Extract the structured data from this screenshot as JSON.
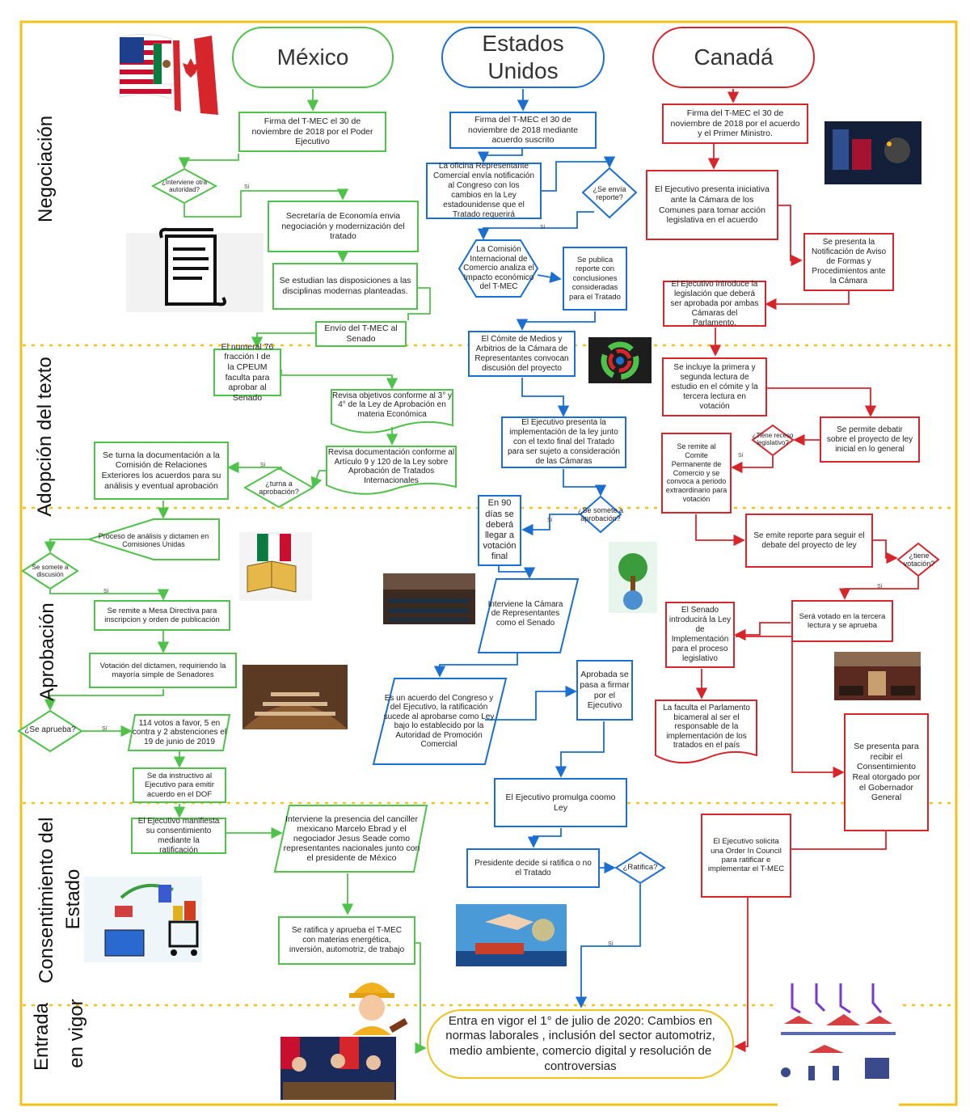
{
  "columns": {
    "mexico": "México",
    "usa": "Estados Unidos",
    "canada": "Canadá"
  },
  "phases": {
    "negociacion": "Negociación",
    "adopcion": "Adopción del texto",
    "aprobacion": "Aprobación",
    "consentimiento_1": "Consentimiento del",
    "consentimiento_2": "Estado",
    "entrada_1": "Entrada",
    "entrada_2": "en vigor"
  },
  "mexico": {
    "firma": "Firma del T-MEC el 30 de noviembre de 2018 por el Poder Ejecutivo",
    "interviene": "¿Interviene otra autoridad?",
    "secretaria": "Secretaría de Economía envia negociación y modernización del tratado",
    "estudian": "Se estudian las disposiciones a las disciplinas modernas planteadas.",
    "envio": "Envío del T-MEC al Senado",
    "numeral": "El numeral 76 fracción I de la CPEUM faculta para aprobar al Senado",
    "revisa_obj": "Revisa objetivos conforme al 3° y 4° de la Ley de Aprobación en materia Económica",
    "revisa_doc": "Revisa documentación conforme al Artículo 9 y 120 de la Ley sobre Aprobación de Tratados Internacionales",
    "turna_q": "¿turna a aprobación?",
    "turna": "Se turna la documentación a la Comisión de Relaciones Exteriores los acuerdos para su análisis y eventual aprobación",
    "proceso": "Proceso de análisis y dictamen en Comisiones Unidas",
    "somete_q": "Se somete a discusión",
    "mesa": "Se remite a Mesa Directiva para inscripcion y orden de publicación",
    "votacion": "Votación del dictamen, requiriendo la mayoría simple de Senadores",
    "aprueba_q": "¿Se aprueba?",
    "votos": "114 votos a favor, 5 en contra y 2 abstenciones el 19 de junio de 2019",
    "instructivo": "Se da instructivo al Ejecutivo para emitir acuerdo en el DOF",
    "manifiesta": "El Ejecutivo manifiesta su consentimiento mediante la ratificación",
    "interviene_canciller": "Interviene la presencia del canciller mexicano Marcelo Ebrad y el negociador Jesus Seade como representantes nacionales junto con el presidente de México",
    "ratifica": "Se ratifica y aprueba el T-MEC con materias energética, inversión, automotriz, de trabajo"
  },
  "usa": {
    "firma": "Firma del T-MEC el 30 de noviembre de 2018 mediante acuerdo suscrito",
    "oficina": "La oficina Representante Comercial envía notificación al Congreso con los cambios en la Ley estadounidense que el Tratado requerirá",
    "envia_q": "¿Se envía reporte?",
    "comision": "La Comisión Internacional de Comercio analiza el Impacto económico del T-MEC",
    "publica": "Se publica reporte con conclusiones consideradas para el Tratado",
    "comite": "El Cómite de Medios y Arbitrios de la Cámara de Representantes convocan discusión del proyecto",
    "ejecutivo_presenta": "El Ejecutivo presenta la implementación de la ley junto con el texto final del Tratado para ser sujeto a consideración de las Cámaras",
    "somete_q": "¿Se somete a aprobación?",
    "noventa": "En 90 días se deberá llegar a votación final",
    "interviene_camara": "Interviene la Cámara de Representantes como el Senado",
    "acuerdo": "Es un acuerdo del Congreso y del Ejecutivo, la ratificación sucede al aprobarse como Ley bajo lo establecido por la Autoridad de Promoción Comercial",
    "aprobada": "Aprobada se pasa a firmar por el Ejecutivo",
    "promulga": "El Ejecutivo promulga coomo Ley",
    "presidente": "Presidente decide si ratifica o no el Tratado",
    "ratifica_q": "¿Ratifica?"
  },
  "canada": {
    "firma": "Firma del T-MEC el 30 de noviembre de 2018 por el acuerdo y el Primer Ministro.",
    "ejecutivo_presenta": "El Ejecutivo presenta iniciativa ante la Cámara de los Comunes para tomar acción legislativa en el acuerdo",
    "notificacion": "Se presenta la Notificación de Aviso de Formas y Procedimientos ante la Cámara",
    "introduce": "El Ejecutivo introduce la legislación que deberá ser aprobada por ambas Cámaras del Parlamento.",
    "lectura": "Se incluye la primera y segunda lectura de estudio en el cómite y la tercera lectura en votación",
    "debatir": "Se permite debatir sobre el proyecto de ley inicial en lo general",
    "receso_q": "¿Tiene receso legislativo?",
    "remite": "Se remite al Comite Permanente de Comercio y se convoca a periodo extraordinario para votación",
    "reporte": "Se emite reporte para seguir el debate del proyecto de ley",
    "votacion_q": "¿tiene votación?",
    "tercera": "Será votado en la tercera lectura y se aprueba",
    "senado": "El Senado introducirá la Ley de Implementación para el proceso legislativo",
    "faculta": "La faculta el Parlamento bicameral al ser el responsable de la implementación de los tratados en el        país",
    "consentimiento": "Se presenta para recibir el Consentimiento Real otorgado por el Gobernador General",
    "order": "El Ejecutivo solicita una Order In Council para ratificar e implementar el T-MEC"
  },
  "final": "Entra en vigor el 1° de julio de 2020: Cambios en normas laborales , inclusión del sector automotriz, medio ambiente, comercio digital y resolución de controversias",
  "labels": {
    "si": "Sí"
  },
  "colors": {
    "mexico": "#4fc24a",
    "usa": "#1a6fd0",
    "canada": "#d6262b",
    "frame": "#f2c21b"
  }
}
